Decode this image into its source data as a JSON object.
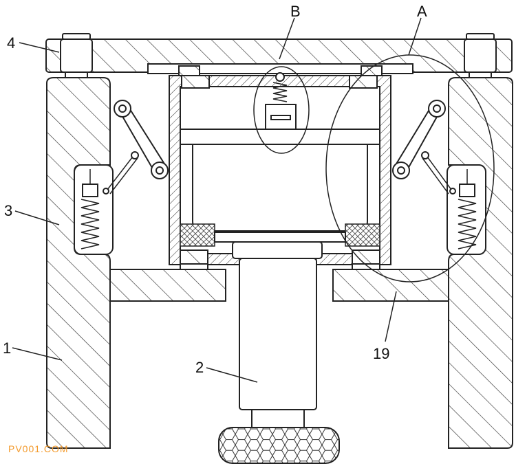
{
  "labels": {
    "part_1": "1",
    "part_2": "2",
    "part_3": "3",
    "part_4": "4",
    "part_19": "19",
    "detail_a": "A",
    "detail_b": "B"
  },
  "watermark": "PV001.COM",
  "colors": {
    "line": "#222222",
    "watermark": "#f39a2c",
    "background": "#ffffff"
  }
}
